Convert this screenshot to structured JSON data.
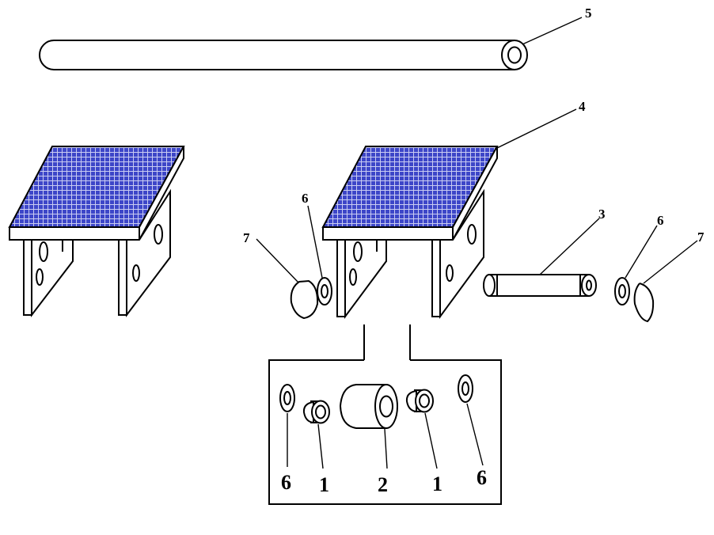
{
  "colors": {
    "line": "#000000",
    "panel_fill": "#3d46c8",
    "panel_grid": "#c9ccf2",
    "background": "#ffffff"
  },
  "labels": {
    "rod": "5",
    "panel": "4",
    "pin": "3",
    "washer_left": "6",
    "washer_right": "6",
    "cap_left": "7",
    "cap_right": "7",
    "detail_washer_left": "6",
    "detail_bushing_left": "1",
    "detail_sleeve": "2",
    "detail_bushing_right": "1",
    "detail_washer_right": "6"
  }
}
